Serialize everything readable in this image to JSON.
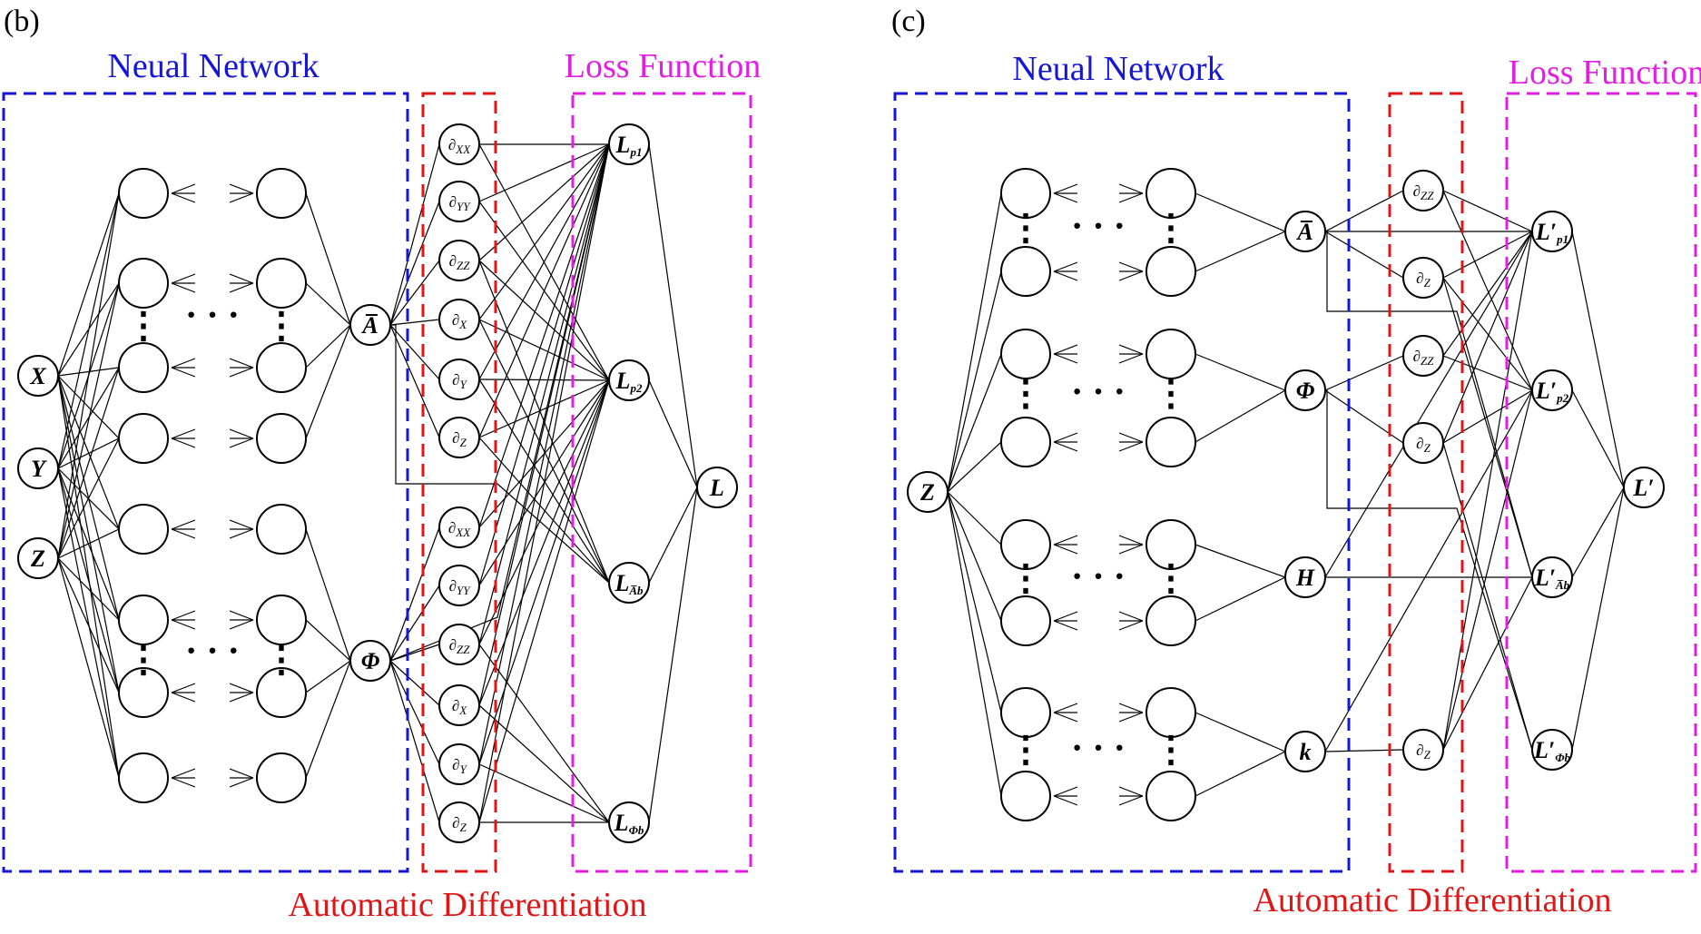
{
  "panels": [
    {
      "tag": "(b)",
      "neural_network_label": "Neual Network",
      "loss_function_label": "Loss Function",
      "autodiff_label": "Automatic Differentiation",
      "inputs": [
        {
          "base": "X",
          "sub": ""
        },
        {
          "base": "Y",
          "sub": ""
        },
        {
          "base": "Z",
          "sub": ""
        }
      ],
      "outputs": [
        {
          "base": "A̅",
          "sub": ""
        },
        {
          "base": "Φ",
          "sub": ""
        }
      ],
      "derivatives": [
        {
          "base": "∂",
          "sub": "XX"
        },
        {
          "base": "∂",
          "sub": "YY"
        },
        {
          "base": "∂",
          "sub": "ZZ"
        },
        {
          "base": "∂",
          "sub": "X"
        },
        {
          "base": "∂",
          "sub": "Y"
        },
        {
          "base": "∂",
          "sub": "Z"
        },
        {
          "base": "∂",
          "sub": "XX"
        },
        {
          "base": "∂",
          "sub": "YY"
        },
        {
          "base": "∂",
          "sub": "ZZ"
        },
        {
          "base": "∂",
          "sub": "X"
        },
        {
          "base": "∂",
          "sub": "Y"
        },
        {
          "base": "∂",
          "sub": "Z"
        }
      ],
      "losses": [
        {
          "base": "L",
          "sub": "p1"
        },
        {
          "base": "L",
          "sub": "p2"
        },
        {
          "base": "L",
          "sub": "A̅b"
        },
        {
          "base": "L",
          "sub": "Φb"
        }
      ],
      "total": {
        "base": "L",
        "sub": ""
      },
      "ellipsis": "· · ·",
      "vdots": "⋮"
    },
    {
      "tag": "(c)",
      "neural_network_label": "Neual Network",
      "loss_function_label": "Loss Function",
      "autodiff_label": "Automatic Differentiation",
      "inputs": [
        {
          "base": "Z",
          "sub": ""
        }
      ],
      "outputs": [
        {
          "base": "A̅",
          "sub": ""
        },
        {
          "base": "Φ",
          "sub": ""
        },
        {
          "base": "H",
          "sub": ""
        },
        {
          "base": "k",
          "sub": ""
        }
      ],
      "derivatives": [
        {
          "base": "∂",
          "sub": "ZZ"
        },
        {
          "base": "∂",
          "sub": "Z"
        },
        {
          "base": "∂",
          "sub": "ZZ"
        },
        {
          "base": "∂",
          "sub": "Z"
        },
        {
          "base": "∂",
          "sub": "Z"
        }
      ],
      "losses": [
        {
          "base": "L′",
          "sub": "p1"
        },
        {
          "base": "L′",
          "sub": "p2"
        },
        {
          "base": "L′",
          "sub": "A̅b"
        },
        {
          "base": "L′",
          "sub": "Φb"
        }
      ],
      "total": {
        "base": "L′",
        "sub": ""
      },
      "ellipsis": "· · ·",
      "vdots": "⋮"
    }
  ],
  "colors": {
    "neural_network_box": "#1616d6",
    "autodiff_box": "#e01515",
    "loss_box": "#e21ee2",
    "edges": "#000000"
  }
}
